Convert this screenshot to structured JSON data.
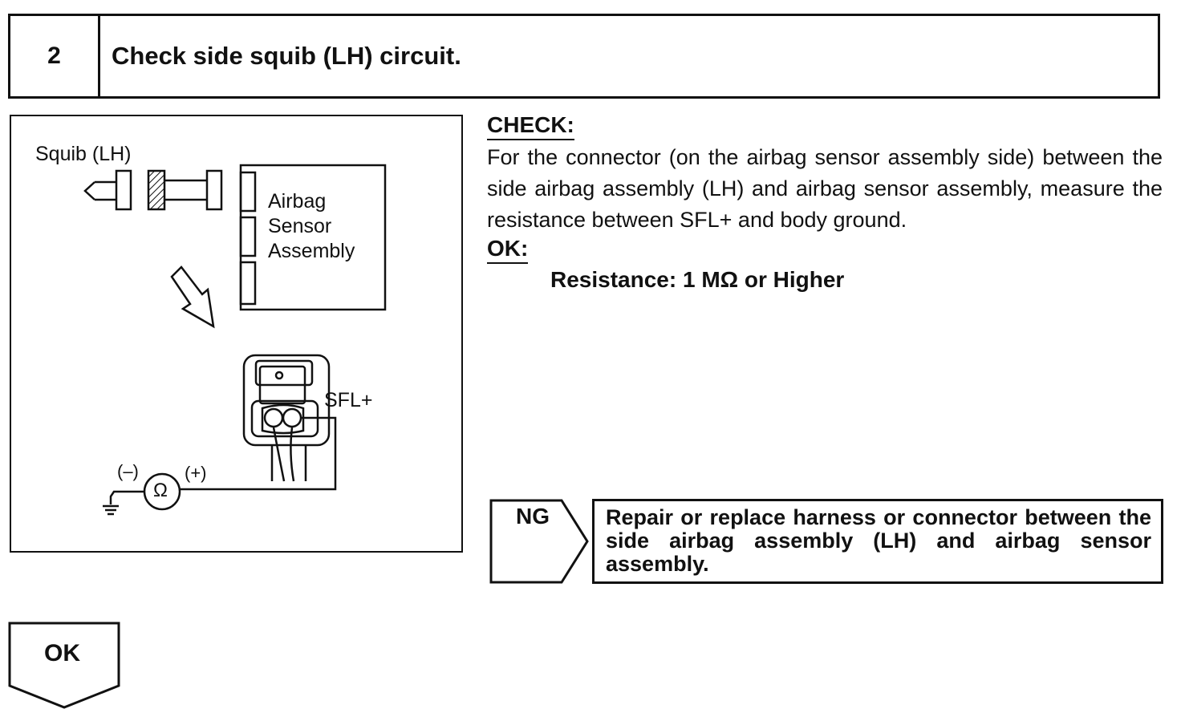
{
  "header": {
    "step_number": "2",
    "title": "Check side squib (LH) circuit."
  },
  "figure": {
    "squib_label": "Squib (LH)",
    "ecu_label_line1": "Airbag",
    "ecu_label_line2": "Sensor",
    "ecu_label_line3": "Assembly",
    "terminal_label": "SFL+",
    "negative_label": "(–)",
    "positive_label": "(+)",
    "ohm_symbol": "Ω"
  },
  "check": {
    "title": "CHECK:",
    "body": "For the connector (on the airbag sensor assembly side) between the side airbag assembly (LH) and airbag sensor assembly, measure the resistance between SFL+ and body ground."
  },
  "ok": {
    "title": "OK:",
    "spec": "Resistance: 1 MΩ or Higher"
  },
  "ng_branch": {
    "label": "NG",
    "action": "Repair or replace harness or connector between the side airbag assembly (LH) and airbag sensor assembly."
  },
  "ok_branch": {
    "label": "OK"
  }
}
